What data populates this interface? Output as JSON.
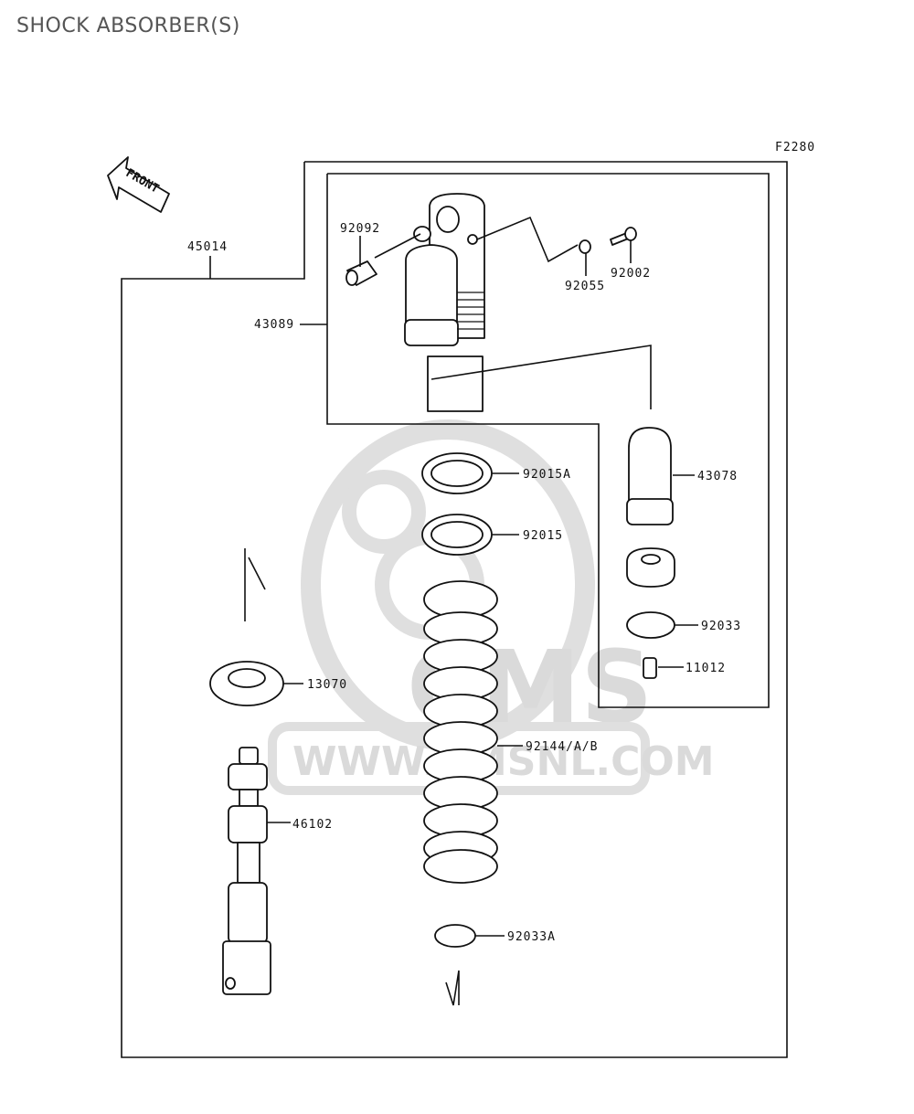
{
  "title": "SHOCK ABSORBER(S)",
  "figure_code": "F2280",
  "front_label": "FRONT",
  "watermark": {
    "brand": "CMS",
    "url": "WWW.CMSNL.COM"
  },
  "parts": [
    {
      "id": "assembly",
      "number": "45014"
    },
    {
      "id": "upper",
      "number": "43089"
    },
    {
      "id": "collar",
      "number": "92092"
    },
    {
      "id": "oring",
      "number": "92055"
    },
    {
      "id": "bolt",
      "number": "92002"
    },
    {
      "id": "locknut-a",
      "number": "92015A"
    },
    {
      "id": "locknut",
      "number": "92015"
    },
    {
      "id": "reservoir",
      "number": "43078"
    },
    {
      "id": "circlip",
      "number": "92033"
    },
    {
      "id": "valve",
      "number": "11012"
    },
    {
      "id": "seat",
      "number": "13070"
    },
    {
      "id": "rod",
      "number": "46102"
    },
    {
      "id": "spring",
      "number": "92144/A/B"
    },
    {
      "id": "circlip-a",
      "number": "92033A"
    }
  ]
}
